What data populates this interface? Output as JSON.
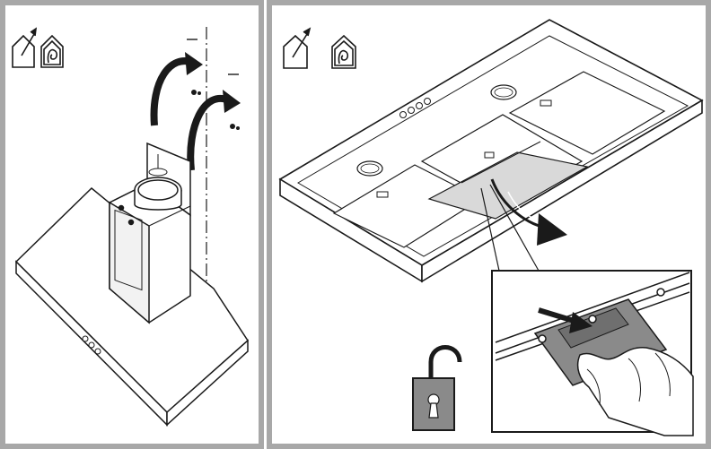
{
  "colors": {
    "frame": "#a8a8a8",
    "line": "#1a1a1a",
    "filter_fill": "#d9d9d9",
    "lock_fill": "#8a8a8a",
    "panel_bg": "#ffffff"
  },
  "panels": [
    {
      "id": "left",
      "icons": [
        "ducted-extraction-icon",
        "recirculation-icon"
      ],
      "illustration": "chimney-hood-wall-mounting"
    },
    {
      "id": "right",
      "icons": [
        "ducted-extraction-icon",
        "recirculation-icon"
      ],
      "illustration": "grease-filter-removal",
      "inset": "filter-latch-release",
      "status_icon": "unlocked-padlock-icon"
    }
  ]
}
